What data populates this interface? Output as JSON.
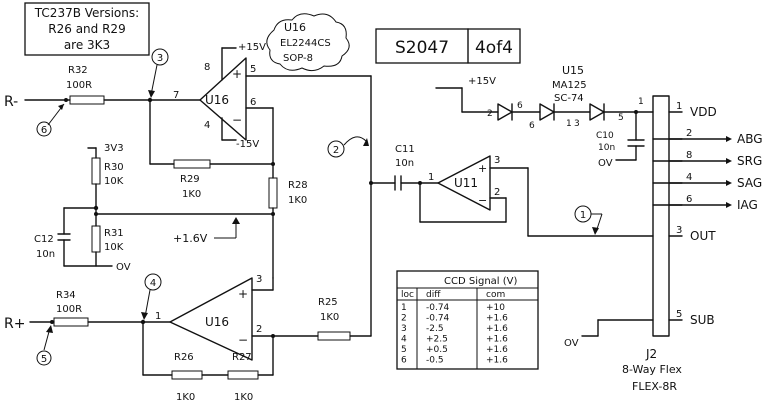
{
  "version_note": {
    "line1": "TC237B Versions:",
    "line2": "R26 and R29",
    "line3": "are 3K3"
  },
  "sheet": {
    "number": "S2047",
    "page": "4of4"
  },
  "u16_note": {
    "line1": "U16",
    "line2": "EL2244CS",
    "line3": "SOP-8"
  },
  "ports": {
    "r_minus": "R-",
    "r_plus": "R+"
  },
  "callouts": {
    "c1": "1",
    "c2": "2",
    "c3": "3",
    "c4": "4",
    "c5": "5",
    "c6": "6"
  },
  "opamp_top": {
    "name": "U16",
    "pin_out": "7",
    "pin_vplus": "8",
    "pin_vminus": "4",
    "pin_in_plus": "5",
    "pin_in_minus": "6",
    "supply_pos": "+15V",
    "supply_neg": "-15V"
  },
  "opamp_bottom": {
    "name": "U16",
    "pin_out": "1",
    "pin_in_plus": "3",
    "pin_in_minus": "2"
  },
  "opamp_buffer": {
    "name": "U11",
    "pin_out": "1",
    "pin_in_plus": "3",
    "pin_in_minus": "2"
  },
  "resistors": {
    "r32": {
      "name": "R32",
      "value": "100R"
    },
    "r30": {
      "name": "R30",
      "value": "10K"
    },
    "r31": {
      "name": "R31",
      "value": "10K"
    },
    "r29": {
      "name": "R29",
      "value": "1K0"
    },
    "r28": {
      "name": "R28",
      "value": "1K0"
    },
    "r34": {
      "name": "R34",
      "value": "100R"
    },
    "r26": {
      "name": "R26",
      "value": "1K0"
    },
    "r27": {
      "name": "R27",
      "value": "1K0"
    },
    "r25": {
      "name": "R25",
      "value": "1K0"
    }
  },
  "capacitors": {
    "c12": {
      "name": "C12",
      "value": "10n"
    },
    "c11": {
      "name": "C11",
      "value": "10n"
    },
    "c10": {
      "name": "C10",
      "value": "10n"
    }
  },
  "rails": {
    "v3v3": "3V3",
    "v1v6": "+1.6V",
    "ov_left": "OV",
    "ov_c10": "OV",
    "ov_sub": "OV",
    "v15_diode": "+15V"
  },
  "u15": {
    "name": "U15",
    "part": "MA125",
    "pkg": "SC-74",
    "pins": [
      "2",
      "6",
      "6",
      "1",
      "3",
      "5",
      "1"
    ]
  },
  "connector": {
    "name": "J2",
    "type": "8-Way Flex",
    "part": "FLEX-8R",
    "pins": [
      {
        "num": "1",
        "label": "VDD"
      },
      {
        "num": "2",
        "label": "ABG"
      },
      {
        "num": "8",
        "label": "SRG"
      },
      {
        "num": "4",
        "label": "SAG"
      },
      {
        "num": "6",
        "label": "IAG"
      },
      {
        "num": "3",
        "label": "OUT"
      },
      {
        "num": "5",
        "label": "SUB"
      }
    ]
  },
  "ccd_table": {
    "title": "CCD Signal (V)",
    "headers": [
      "loc",
      "diff",
      "com"
    ],
    "rows": [
      [
        "1",
        "-0.74",
        "+10"
      ],
      [
        "2",
        "-0.74",
        "+1.6"
      ],
      [
        "3",
        "-2.5",
        "+1.6"
      ],
      [
        "4",
        "+2.5",
        "+1.6"
      ],
      [
        "5",
        "+0.5",
        "+1.6"
      ],
      [
        "6",
        "-0.5",
        "+1.6"
      ]
    ]
  }
}
